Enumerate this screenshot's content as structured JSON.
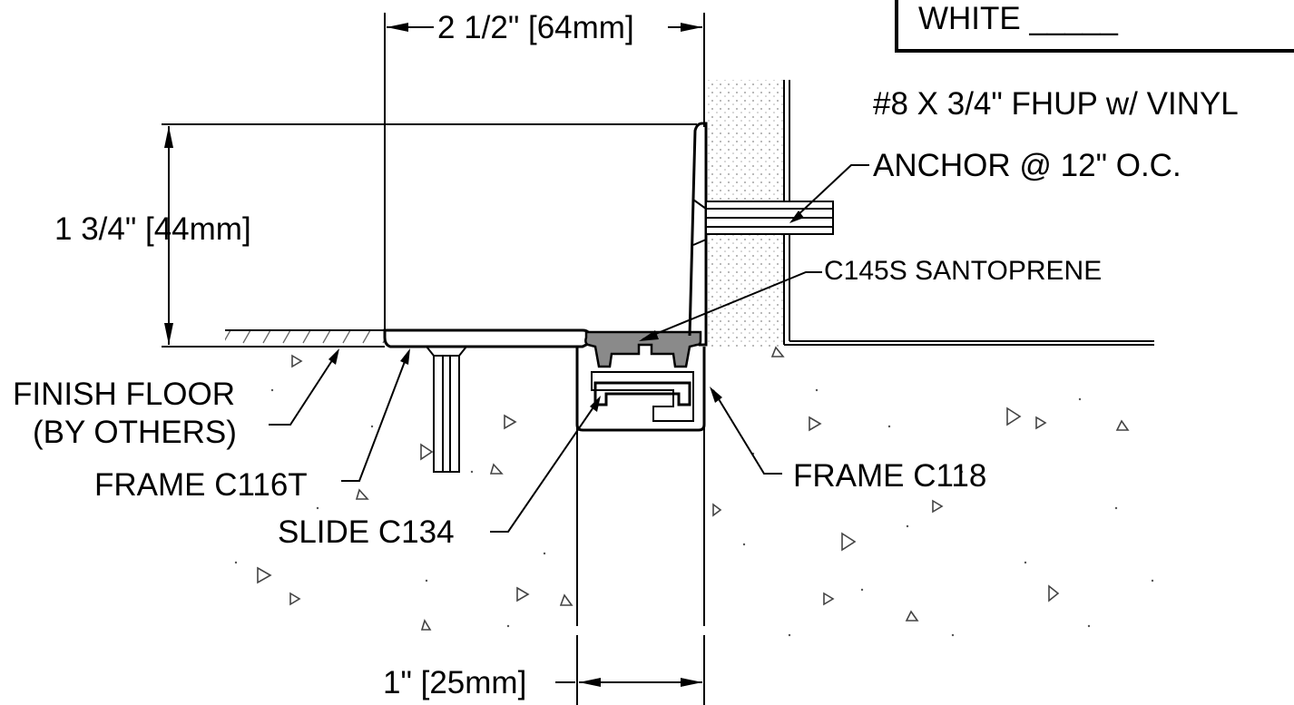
{
  "dimensions": {
    "width_top": "2 1/2\" [64mm]",
    "height_left": "1 3/4\" [44mm]",
    "width_bottom": "1\" [25mm]"
  },
  "labels": {
    "color_option": "WHITE _____",
    "screw_line1": "#8 X 3/4\" FHUP w/ VINYL",
    "screw_line2": "ANCHOR @ 12\" O.C.",
    "santoprene": "C145S SANTOPRENE",
    "finish_floor_line1": "FINISH FLOOR",
    "finish_floor_line2": "(BY OTHERS)",
    "frame_c116t": "FRAME C116T",
    "slide_c134": "SLIDE C134",
    "frame_c118": "FRAME C118"
  },
  "colors": {
    "line": "#000000",
    "santoprene_fill": "#8a8a8a",
    "concrete_speck": "#555555"
  }
}
